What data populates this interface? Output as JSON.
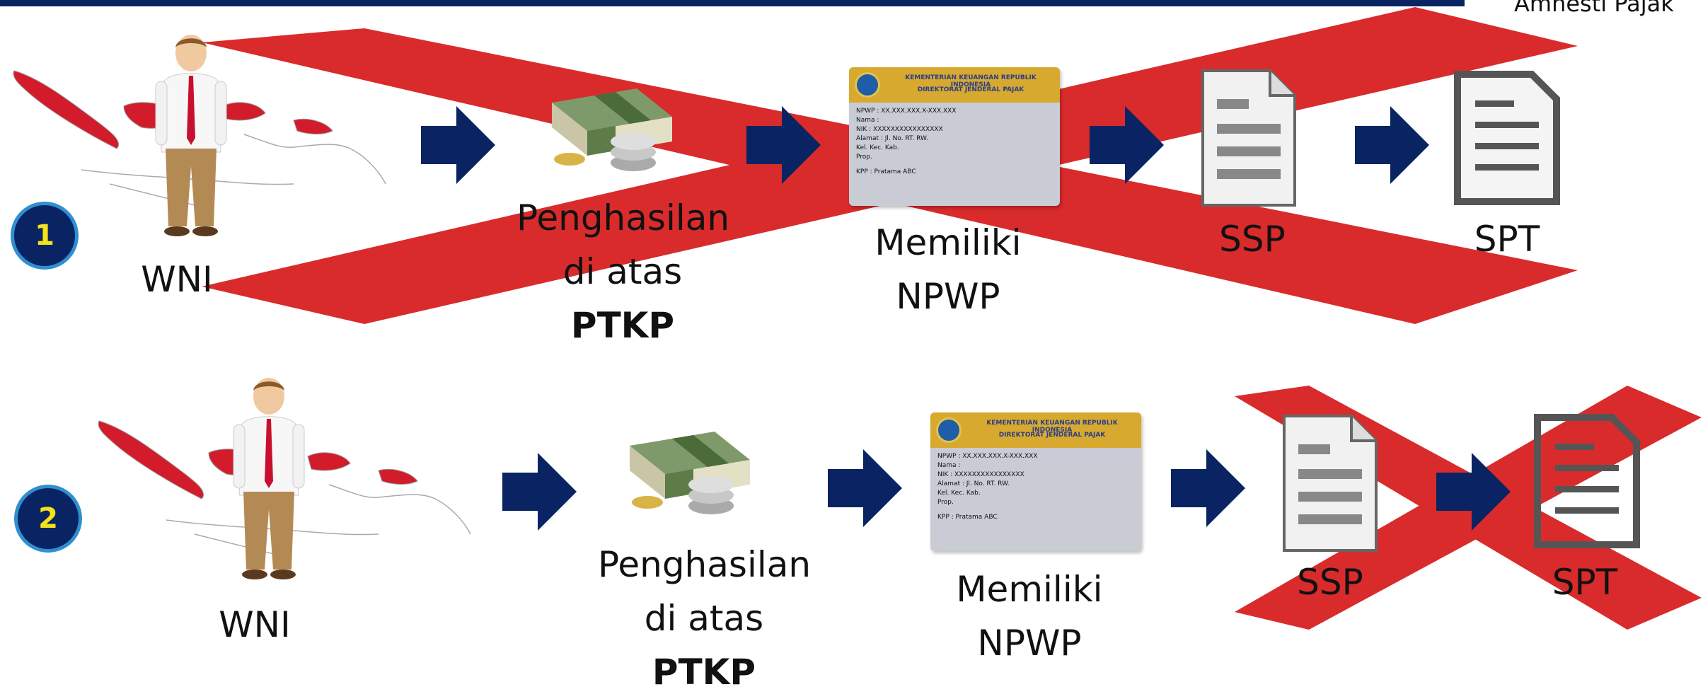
{
  "header": {
    "corner_text": "Amnesti Pajak"
  },
  "rows": [
    {
      "badge": "1",
      "wni": "WNI",
      "income": {
        "line1": "Penghasilan",
        "line2": "di atas",
        "bold": "PTKP"
      },
      "npwp_label": {
        "line1": "Memiliki",
        "line2": "NPWP"
      },
      "ssp": "SSP",
      "spt": "SPT"
    },
    {
      "badge": "2",
      "wni": "WNI",
      "income": {
        "line1": "Penghasilan",
        "line2": "di atas",
        "bold": "PTKP"
      },
      "npwp_label": {
        "line1": "Memiliki",
        "line2": "NPWP"
      },
      "ssp": "SSP",
      "spt": "SPT"
    }
  ],
  "npwp_card": {
    "header1": "KEMENTERIAN KEUANGAN REPUBLIK INDONESIA",
    "header2": "DIREKTORAT JENDERAL PAJAK",
    "npwp": "NPWP :  XX.XXX.XXX.X-XXX.XXX",
    "nama": "Nama :",
    "nik": "NIK    :  XXXXXXXXXXXXXXXX",
    "alamat": "Alamat : Jl.            No.     RT.  RW.",
    "kel": "Kel.                 Kec.              Kab.",
    "prop": "Prop.",
    "kpp": "KPP   : Pratama ABC"
  },
  "colors": {
    "navy": "#0a2463",
    "cross_red": "#d92b2b",
    "badge_yellow": "#f4e21c",
    "map_red": "#d31c2b"
  },
  "icons": [
    "person-icon",
    "indonesia-map-icon",
    "arrow-right-icon",
    "money-stack-icon",
    "npwp-card-icon",
    "document-icon"
  ]
}
